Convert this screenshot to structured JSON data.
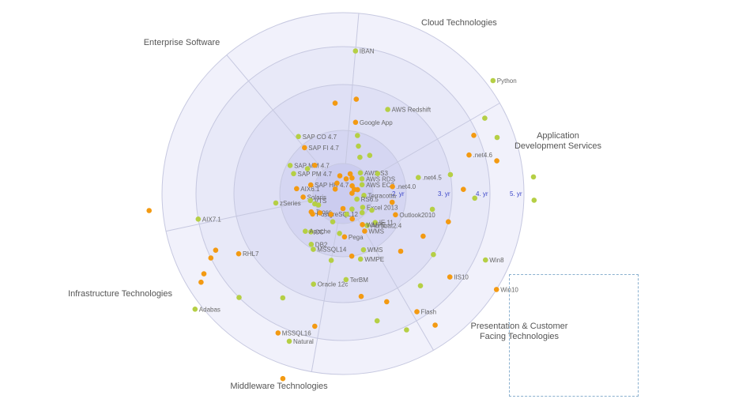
{
  "colors": {
    "green": "#b5cf45",
    "orange": "#f39a12",
    "ring_fill": "#e9eaf9",
    "ring_stroke": "#c6c8e0",
    "ring_label": "#3a45c8",
    "detail_border": "#8ab0cf"
  },
  "chart_data": {
    "type": "scatter",
    "subtype": "radar-technology-map",
    "rings": [
      {
        "label": "2. yr",
        "value": 2
      },
      {
        "label": "3. yr",
        "value": 3
      },
      {
        "label": "4. yr",
        "value": 4
      },
      {
        "label": "5. yr",
        "value": 5
      }
    ],
    "sectors": [
      {
        "name": "Cloud Technologies"
      },
      {
        "name": "Application Development Services"
      },
      {
        "name": "Presentation & Customer Facing Technologies"
      },
      {
        "name": "Middleware Technologies"
      },
      {
        "name": "Infrastructure Technologies"
      },
      {
        "name": "Enterprise Software"
      }
    ],
    "points": [
      {
        "label": "IBAN",
        "angle": 5,
        "r": 3.9,
        "cat": "green"
      },
      {
        "label": "Google App",
        "angle": 10,
        "r": 2.2,
        "cat": "orange"
      },
      {
        "label": "AWS Redshift",
        "angle": 28,
        "r": 2.7,
        "cat": "green"
      },
      {
        "label": "AWS S3",
        "angle": 40,
        "r": 0.9,
        "cat": "green"
      },
      {
        "label": "AWS RDS",
        "angle": 52,
        "r": 0.8,
        "cat": "green"
      },
      {
        "label": "AWS EC2",
        "angle": 65,
        "r": 0.7,
        "cat": "green"
      },
      {
        "label": "Python",
        "angle": 53,
        "r": 5.2,
        "cat": "green"
      },
      {
        "label": ".net4.6",
        "angle": 73,
        "r": 3.6,
        "cat": "orange"
      },
      {
        "label": ".net4.5",
        "angle": 78,
        "r": 2.3,
        "cat": "green"
      },
      {
        "label": ".net4.0",
        "angle": 82,
        "r": 1.6,
        "cat": "orange"
      },
      {
        "label": "Terracotta",
        "angle": 95,
        "r": 0.7,
        "cat": "green"
      },
      {
        "label": "RS6.5",
        "angle": 112,
        "r": 0.5,
        "cat": "green"
      },
      {
        "label": "Excel 2013",
        "angle": 125,
        "r": 0.8,
        "cat": "green"
      },
      {
        "label": "Outlook2010",
        "angle": 112,
        "r": 1.8,
        "cat": "orange"
      },
      {
        "label": "IE 11",
        "angle": 132,
        "r": 1.4,
        "cat": "green"
      },
      {
        "label": "Acrobat2.4",
        "angle": 143,
        "r": 1.3,
        "cat": "green"
      },
      {
        "label": "WMPE",
        "angle": 148,
        "r": 1.2,
        "cat": "orange"
      },
      {
        "label": "WMS",
        "angle": 150,
        "r": 1.4,
        "cat": "orange"
      },
      {
        "label": "WMS",
        "angle": 160,
        "r": 1.9,
        "cat": "green"
      },
      {
        "label": "WMPE",
        "angle": 165,
        "r": 2.1,
        "cat": "green"
      },
      {
        "label": "Win8",
        "angle": 115,
        "r": 4.3,
        "cat": "green"
      },
      {
        "label": "IIS10",
        "angle": 128,
        "r": 3.7,
        "cat": "orange"
      },
      {
        "label": "Win10",
        "angle": 122,
        "r": 5.0,
        "cat": "orange"
      },
      {
        "label": "Flash",
        "angle": 148,
        "r": 3.8,
        "cat": "orange"
      },
      {
        "label": "TerBM",
        "angle": 178,
        "r": 2.5,
        "cat": "green"
      },
      {
        "label": "Pega",
        "angle": 178,
        "r": 1.4,
        "cat": "orange"
      },
      {
        "label": "Oracle 12c",
        "angle": 198,
        "r": 2.7,
        "cat": "green"
      },
      {
        "label": "MSSQL14",
        "angle": 208,
        "r": 2.0,
        "cat": "green"
      },
      {
        "label": "DB2",
        "angle": 212,
        "r": 1.9,
        "cat": "green"
      },
      {
        "label": "CC",
        "angle": 220,
        "r": 1.6,
        "cat": "green"
      },
      {
        "label": "Apache",
        "angle": 225,
        "r": 1.7,
        "cat": "green"
      },
      {
        "label": "PostgreSQL12",
        "angle": 236,
        "r": 1.2,
        "cat": "orange"
      },
      {
        "label": "Jboss",
        "angle": 240,
        "r": 1.2,
        "cat": "orange"
      },
      {
        "label": "MSSQL16",
        "angle": 205,
        "r": 4.2,
        "cat": "orange"
      },
      {
        "label": "Natural",
        "angle": 200,
        "r": 4.3,
        "cat": "green"
      },
      {
        "label": "Adabas",
        "angle": 232,
        "r": 5.2,
        "cat": "green"
      },
      {
        "label": "RHL7",
        "angle": 240,
        "r": 3.3,
        "cat": "orange"
      },
      {
        "label": "AIX7.1",
        "angle": 260,
        "r": 4.0,
        "cat": "green"
      },
      {
        "label": "zSeries",
        "angle": 262,
        "r": 2.1,
        "cat": "green"
      },
      {
        "label": "AIX6.1",
        "angle": 276,
        "r": 1.5,
        "cat": "orange"
      },
      {
        "label": "Solaris",
        "angle": 265,
        "r": 1.3,
        "cat": "orange"
      },
      {
        "label": "VTS",
        "angle": 258,
        "r": 1.1,
        "cat": "green"
      },
      {
        "label": "SAP HR 4.7",
        "angle": 285,
        "r": 1.1,
        "cat": "orange"
      },
      {
        "label": "SAP PM 4.7",
        "angle": 292,
        "r": 1.7,
        "cat": "green"
      },
      {
        "label": "SAP MM 4.7",
        "angle": 298,
        "r": 1.9,
        "cat": "green"
      },
      {
        "label": "SAP FI 4.7",
        "angle": 320,
        "r": 1.9,
        "cat": "orange"
      },
      {
        "label": "SAP CO 4.7",
        "angle": 322,
        "r": 2.2,
        "cat": "green"
      },
      {
        "label": "",
        "angle": 12,
        "r": 0.5,
        "cat": "orange"
      },
      {
        "label": "",
        "angle": 30,
        "r": 0.6,
        "cat": "orange"
      },
      {
        "label": "",
        "angle": 50,
        "r": 0.4,
        "cat": "orange"
      },
      {
        "label": "",
        "angle": 70,
        "r": 0.4,
        "cat": "orange"
      },
      {
        "label": "",
        "angle": 88,
        "r": 0.3,
        "cat": "orange"
      },
      {
        "label": "",
        "angle": 300,
        "r": 0.3,
        "cat": "orange"
      },
      {
        "label": "",
        "angle": 330,
        "r": 0.4,
        "cat": "orange"
      },
      {
        "label": "",
        "angle": 350,
        "r": 0.6,
        "cat": "orange"
      },
      {
        "label": "",
        "angle": 75,
        "r": 0.5,
        "cat": "orange"
      },
      {
        "label": "",
        "angle": 20,
        "r": 0.7,
        "cat": "orange"
      },
      {
        "label": "",
        "angle": 355,
        "r": 2.6,
        "cat": "orange"
      },
      {
        "label": "",
        "angle": 8,
        "r": 2.7,
        "cat": "orange"
      },
      {
        "label": "",
        "angle": 14,
        "r": 1.9,
        "cat": "green"
      },
      {
        "label": "",
        "angle": 18,
        "r": 1.6,
        "cat": "green"
      },
      {
        "label": "",
        "angle": 25,
        "r": 1.3,
        "cat": "green"
      },
      {
        "label": "",
        "angle": 35,
        "r": 1.5,
        "cat": "green"
      },
      {
        "label": "",
        "angle": 60,
        "r": 1.3,
        "cat": "green"
      },
      {
        "label": "",
        "angle": 62,
        "r": 4.4,
        "cat": "green"
      },
      {
        "label": "",
        "angle": 66,
        "r": 3.9,
        "cat": "orange"
      },
      {
        "label": "",
        "angle": 70,
        "r": 4.5,
        "cat": "green"
      },
      {
        "label": "",
        "angle": 78,
        "r": 4.3,
        "cat": "orange"
      },
      {
        "label": "",
        "angle": 85,
        "r": 5.3,
        "cat": "green"
      },
      {
        "label": "",
        "angle": 92,
        "r": 5.3,
        "cat": "green"
      },
      {
        "label": "",
        "angle": 80,
        "r": 3.0,
        "cat": "green"
      },
      {
        "label": "",
        "angle": 88,
        "r": 3.3,
        "cat": "orange"
      },
      {
        "label": "",
        "angle": 92,
        "r": 3.6,
        "cat": "green"
      },
      {
        "label": "",
        "angle": 100,
        "r": 2.6,
        "cat": "green"
      },
      {
        "label": "",
        "angle": 105,
        "r": 3.0,
        "cat": "orange"
      },
      {
        "label": "",
        "angle": 118,
        "r": 2.6,
        "cat": "orange"
      },
      {
        "label": "",
        "angle": 124,
        "r": 3.0,
        "cat": "green"
      },
      {
        "label": "",
        "angle": 135,
        "r": 2.4,
        "cat": "orange"
      },
      {
        "label": "",
        "angle": 140,
        "r": 3.3,
        "cat": "green"
      },
      {
        "label": "",
        "angle": 145,
        "r": 4.4,
        "cat": "orange"
      },
      {
        "label": "",
        "angle": 155,
        "r": 4.1,
        "cat": "green"
      },
      {
        "label": "",
        "angle": 158,
        "r": 3.2,
        "cat": "orange"
      },
      {
        "label": "",
        "angle": 165,
        "r": 3.6,
        "cat": "green"
      },
      {
        "label": "",
        "angle": 170,
        "r": 2.9,
        "cat": "orange"
      },
      {
        "label": "",
        "angle": 172,
        "r": 2.0,
        "cat": "orange"
      },
      {
        "label": "",
        "angle": 185,
        "r": 1.3,
        "cat": "green"
      },
      {
        "label": "",
        "angle": 190,
        "r": 2.1,
        "cat": "green"
      },
      {
        "label": "",
        "angle": 192,
        "r": 3.7,
        "cat": "orange"
      },
      {
        "label": "",
        "angle": 198,
        "r": 5.4,
        "cat": "orange"
      },
      {
        "label": "",
        "angle": 210,
        "r": 3.3,
        "cat": "green"
      },
      {
        "label": "",
        "angle": 225,
        "r": 4.0,
        "cat": "green"
      },
      {
        "label": "",
        "angle": 238,
        "r": 4.6,
        "cat": "orange"
      },
      {
        "label": "",
        "angle": 240,
        "r": 4.4,
        "cat": "orange"
      },
      {
        "label": "",
        "angle": 244,
        "r": 4.0,
        "cat": "orange"
      },
      {
        "label": "",
        "angle": 246,
        "r": 3.8,
        "cat": "orange"
      },
      {
        "label": "",
        "angle": 265,
        "r": 5.4,
        "cat": "orange"
      },
      {
        "label": "",
        "angle": 230,
        "r": 1.0,
        "cat": "orange"
      },
      {
        "label": "",
        "angle": 245,
        "r": 0.9,
        "cat": "green"
      },
      {
        "label": "",
        "angle": 250,
        "r": 1.0,
        "cat": "green"
      },
      {
        "label": "",
        "angle": 200,
        "r": 1.0,
        "cat": "green"
      },
      {
        "label": "",
        "angle": 210,
        "r": 0.8,
        "cat": "orange"
      },
      {
        "label": "",
        "angle": 150,
        "r": 0.6,
        "cat": "green"
      },
      {
        "label": "",
        "angle": 160,
        "r": 0.9,
        "cat": "orange"
      },
      {
        "label": "",
        "angle": 170,
        "r": 0.7,
        "cat": "green"
      },
      {
        "label": "",
        "angle": 180,
        "r": 0.5,
        "cat": "orange"
      },
      {
        "label": "",
        "angle": 135,
        "r": 0.9,
        "cat": "green"
      },
      {
        "label": "",
        "angle": 120,
        "r": 1.1,
        "cat": "green"
      },
      {
        "label": "",
        "angle": 100,
        "r": 1.6,
        "cat": "orange"
      },
      {
        "label": "",
        "angle": 315,
        "r": 1.3,
        "cat": "orange"
      },
      {
        "label": "",
        "angle": 305,
        "r": 1.4,
        "cat": "green"
      }
    ]
  }
}
